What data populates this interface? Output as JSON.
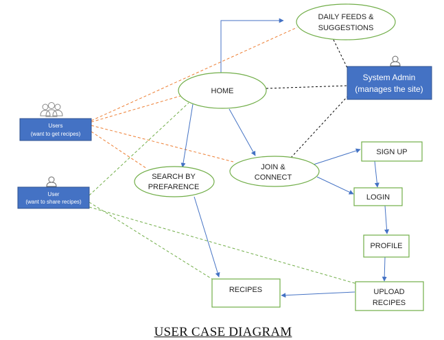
{
  "title": "USER CASE DIAGRAM",
  "colors": {
    "ellipse_stroke": "#70ad47",
    "box_stroke": "#70ad47",
    "actor_fill": "#4472c4",
    "arrow_blue": "#4472c4",
    "dash_orange": "#ed7d31",
    "dash_green": "#70ad47",
    "dash_black": "#000000"
  },
  "actors": {
    "users": {
      "line1": "Users",
      "line2": "(want  to get recipes)",
      "icon": "users-group-icon"
    },
    "user": {
      "line1": "User",
      "line2": "(want  to share recipes)",
      "icon": "user-icon"
    },
    "admin": {
      "line1": "System Admin",
      "line2": "(manages  the site)",
      "icon": "admin-user-icon"
    }
  },
  "use_cases": {
    "home": [
      "HOME"
    ],
    "daily": [
      "DAILY FEEDS &",
      "SUGGESTIONS"
    ],
    "join": [
      "JOIN &",
      "CONNECT"
    ],
    "search": [
      "SEARCH BY",
      "PREFARENCE"
    ]
  },
  "boxes": {
    "signup": [
      "SIGN UP"
    ],
    "login": [
      "LOGIN"
    ],
    "profile": [
      "PROFILE"
    ],
    "upload": [
      "UPLOAD",
      "RECIPES"
    ],
    "recipes": [
      "RECIPES"
    ]
  }
}
